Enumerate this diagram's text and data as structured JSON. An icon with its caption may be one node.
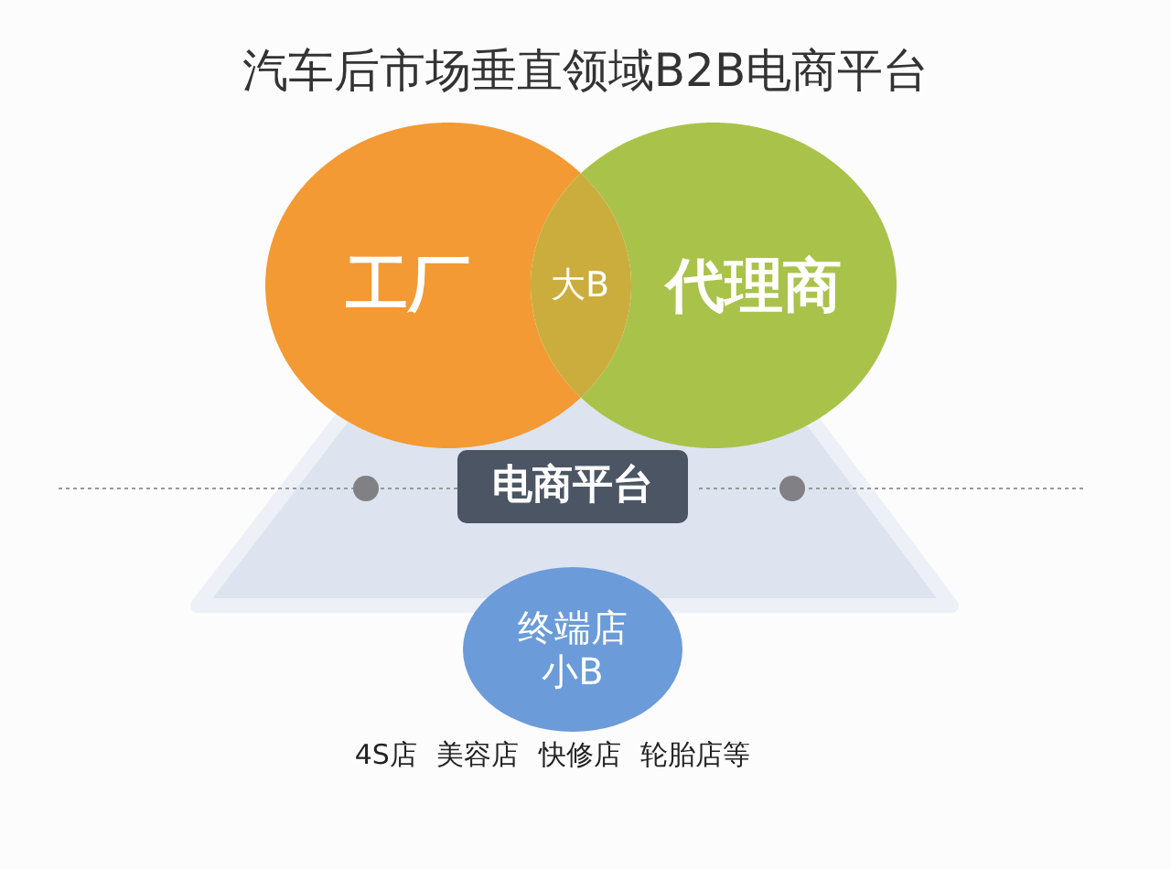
{
  "diagram": {
    "title": "汽车后市场垂直领域B2B电商平台",
    "nodes": [
      {
        "text": [
          "工厂"
        ]
      },
      {
        "text": [
          "代理商"
        ]
      },
      {
        "text": [
          "电商平台"
        ]
      },
      {
        "text": [
          "终端店",
          "小B"
        ]
      }
    ],
    "labels": [
      "大B",
      "4S店 美容店 快修店 轮胎店等"
    ]
  }
}
